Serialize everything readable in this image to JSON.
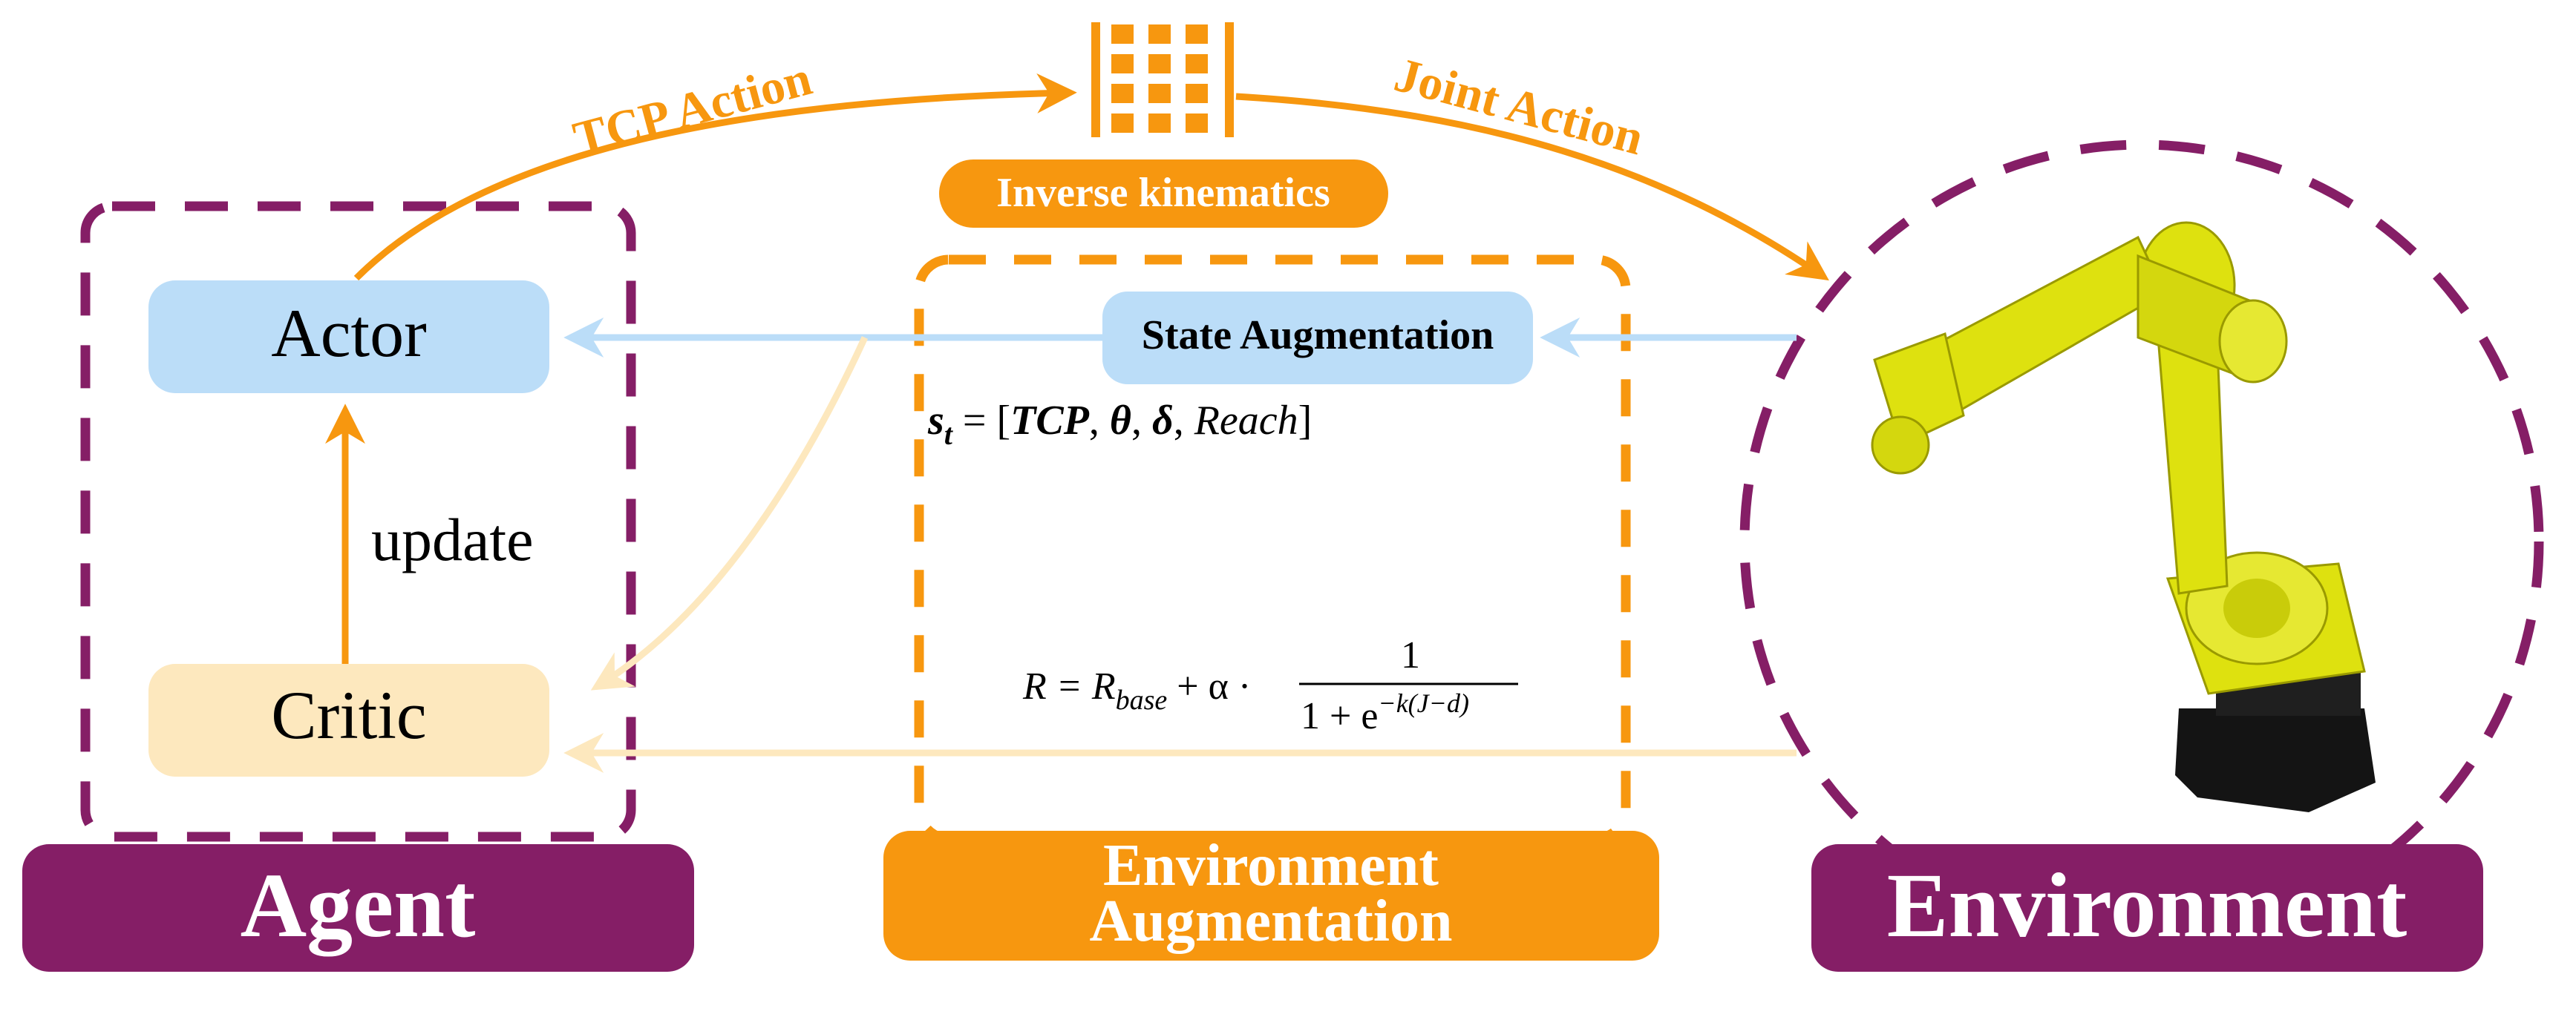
{
  "colors": {
    "purple": "#851E66",
    "orange": "#F7970F",
    "actor_blue": "#BBDDF8",
    "critic_yellow": "#FDE8BE",
    "robot_yellow": "#DEE10F",
    "robot_dark": "#141414"
  },
  "arrows": {
    "tcp_action": "TCP Action",
    "joint_action": "Joint Action",
    "update": "update"
  },
  "ik": {
    "label": "Inverse kinematics",
    "icon": "building-grid-icon"
  },
  "agent": {
    "actor": "Actor",
    "critic": "Critic",
    "footer": "Agent"
  },
  "env_aug": {
    "state_aug": "State Augmentation",
    "footer_line1": "Environment",
    "footer_line2": "Augmentation"
  },
  "environment": {
    "footer": "Environment",
    "robot_icon": "industrial-robot-arm-icon"
  },
  "state_eq": {
    "lhs_var": "s",
    "lhs_sub": "t",
    "eq_open": " = [",
    "tcp": "TCP",
    "c1": ", ",
    "theta": "θ",
    "c2": ", ",
    "delta": "δ",
    "c3": ", ",
    "reach": "Reach",
    "close": "]"
  },
  "reward_eq": {
    "lhs": "R = R",
    "base_sub": "base",
    "plus_alpha": " + α ·",
    "numerator": "1",
    "denom_main": "1 + e",
    "denom_exp": "−k(J−d)"
  }
}
